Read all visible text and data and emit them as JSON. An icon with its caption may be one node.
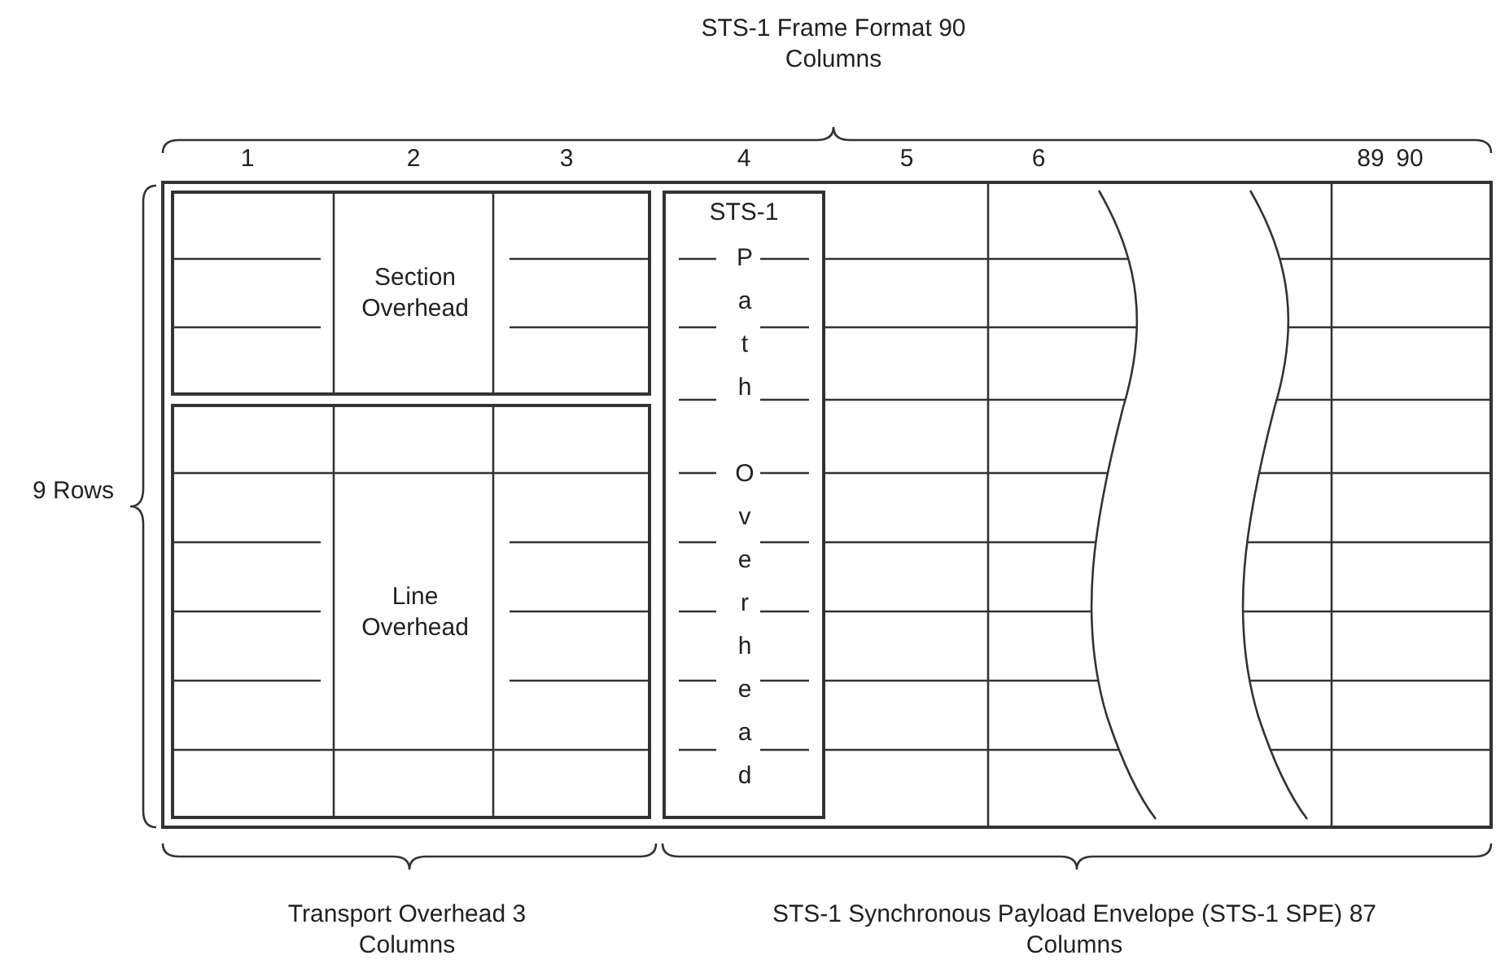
{
  "diagram": {
    "nodes": [
      {
        "text": [
          "Section Overhead"
        ]
      },
      {
        "text": [
          "Line Overhead"
        ]
      },
      {
        "text": [
          "STS-1",
          "Path Overhead"
        ]
      }
    ],
    "labels": [
      "STS-1 Frame Format 90 Columns",
      "1",
      "2",
      "3",
      "4",
      "5",
      "6",
      "89",
      "90",
      "9 Rows",
      "Transport Overhead 3 Columns",
      "STS-1 Synchronous Payload Envelope (STS-1 SPE) 87 Columns"
    ]
  }
}
